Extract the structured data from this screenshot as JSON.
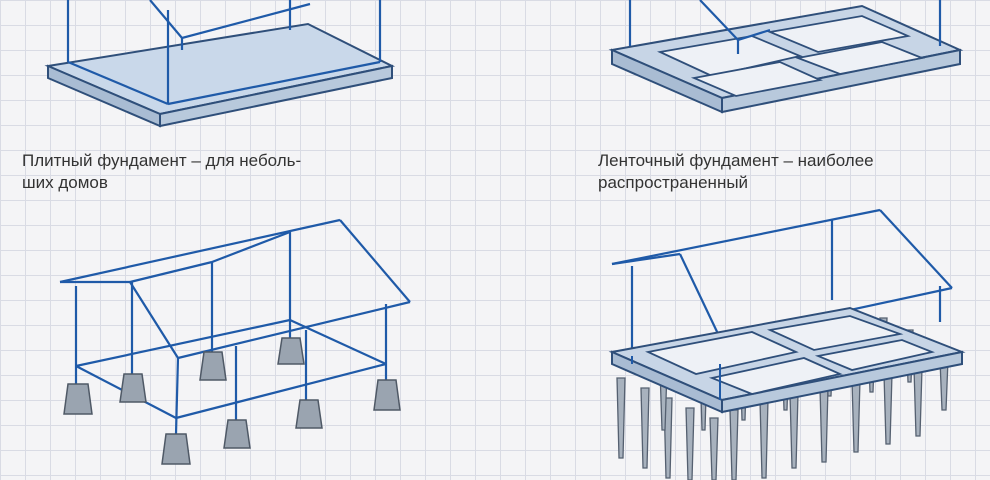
{
  "captions": {
    "slab": {
      "line1": "Плитный фундамент – для неболь-",
      "line2": "ших домов"
    },
    "strip": {
      "line1": "Ленточный фундамент – наиболее",
      "line2": "распространенный"
    }
  },
  "colors": {
    "frame_line": "#1f5aa8",
    "foundation_fill": "#c7d5e6",
    "foundation_edge": "#2f4f7a",
    "block_fill": "#9aa4b0",
    "grid_line": "#d9dbe4",
    "caption_text": "#333333"
  }
}
